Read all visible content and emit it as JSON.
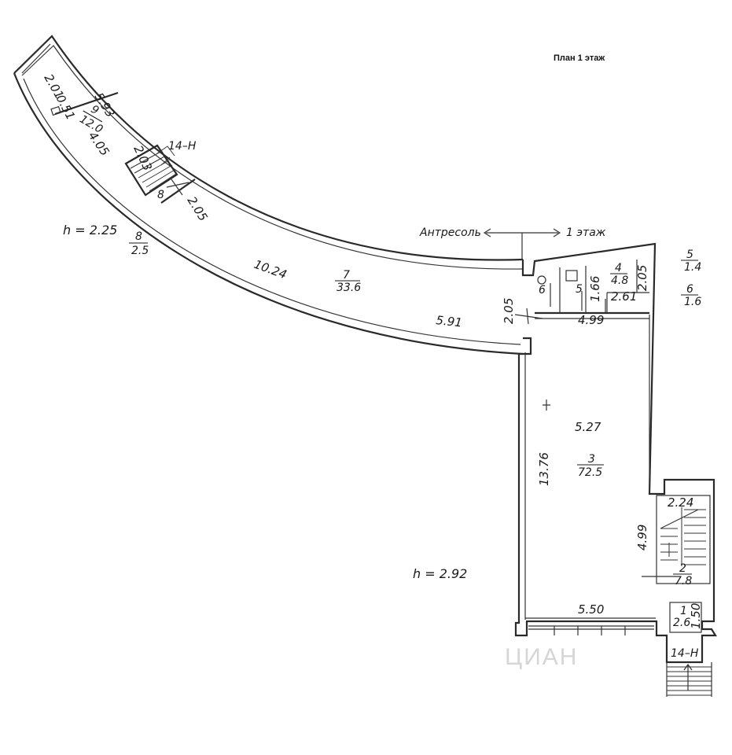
{
  "title": "План 1 этаж",
  "heights": {
    "upper": "h = 2.25",
    "main": "h = 2.92"
  },
  "direction": {
    "left": "Антресоль",
    "right": "1 этаж"
  },
  "entrances": {
    "top": "14–Н",
    "bottom": "14–Н"
  },
  "watermark": "ЦИАН",
  "rooms": [
    {
      "id": "room-1",
      "num": "1",
      "area": "2.6"
    },
    {
      "id": "room-2",
      "num": "2",
      "area": "7.8"
    },
    {
      "id": "room-3",
      "num": "3",
      "area": "72.5"
    },
    {
      "id": "room-4",
      "num": "4",
      "area": "4.8"
    },
    {
      "id": "room-5",
      "num": "5",
      "area": ""
    },
    {
      "id": "room-6",
      "num": "6",
      "area": ""
    },
    {
      "id": "room-7",
      "num": "7",
      "area": "33.6"
    },
    {
      "id": "room-8-small",
      "num": "8",
      "area": ""
    },
    {
      "id": "room-8",
      "num": "8",
      "area": "2.5"
    },
    {
      "id": "room-9",
      "num": "9",
      "area": "12.0"
    }
  ],
  "legend": [
    {
      "num": "5",
      "area": "1.4"
    },
    {
      "num": "6",
      "area": "1.6"
    }
  ],
  "dimensions": {
    "d_2_01": "2.01",
    "d_0_51": "0.51",
    "d_5_93": "5.93",
    "d_4_05": "4.05",
    "d_2_03": "2.03",
    "d_2_05_stair": "2.05",
    "d_10_24": "10.24",
    "d_5_91": "5.91",
    "d_2_05_hall": "2.05",
    "d_1_66": "1.66",
    "d_2_61": "2.61",
    "d_2_05_right": "2.05",
    "d_4_99_top": "4.99",
    "d_5_27": "5.27",
    "d_13_76": "13.76",
    "d_4_99_side": "4.99",
    "d_2_24": "2.24",
    "d_5_50": "5.50",
    "d_1_50": "1.50"
  }
}
